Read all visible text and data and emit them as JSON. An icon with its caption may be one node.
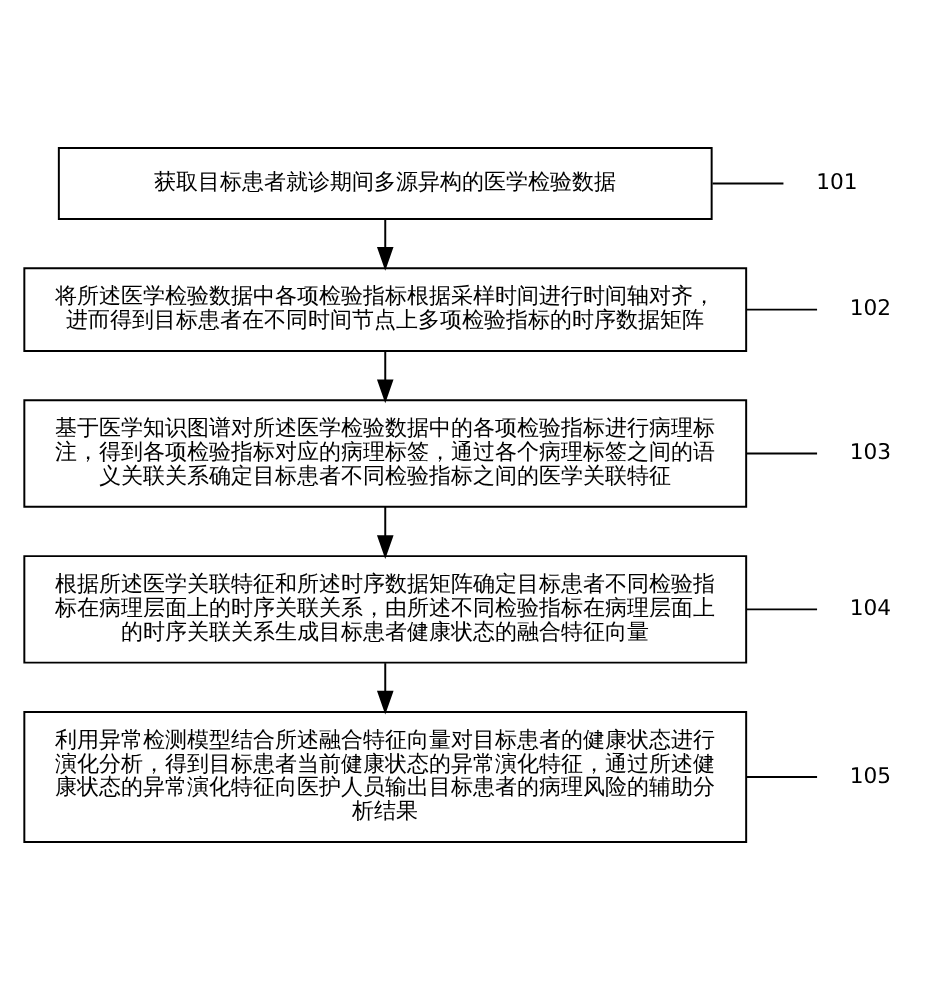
{
  "diagram": {
    "nodes": [
      {
        "text": [
          "获取目标患者就诊期间多源异构的医学检验数据"
        ]
      },
      {
        "text": [
          "将所述医学检验数据中各项检验指标根据采样时间进行时间轴对齐，进而得到目标患者在不同时间节点上多项检验指标的时序数据矩阵"
        ]
      },
      {
        "text": [
          "基于医学知识图谱对所述医学检验数据中的各项检验指标进行病理标注，得到各项检验指标对应的病理标签，通过各个病理标签之间的语义关联关系确定目标患者不同检验指标之间的医学关联特征"
        ]
      },
      {
        "text": [
          "根据所述医学关联特征和所述时序数据矩阵确定目标患者不同检验指标在病理层面上的时序关联关系，由所述不同检验指标在病理层面上的时序关联关系生成目标患者健康状态的融合特征向量"
        ]
      },
      {
        "text": [
          "利用异常检测模型结合所述融合特征向量对目标患者的健康状态进行演化分析，得到目标患者当前健康状态的异常演化特征，通过所述健康状态的异常演化特征向医护人员输出目标患者的病理风险的辅助分析结果"
        ]
      },
      {
        "text": [
          "101"
        ]
      },
      {
        "text": [
          "102"
        ]
      },
      {
        "text": [
          "103"
        ]
      },
      {
        "text": [
          "104"
        ]
      },
      {
        "text": [
          "105"
        ]
      }
    ],
    "edges": [
      {
        "from": 0,
        "to": 1,
        "arrow": "to"
      },
      {
        "from": 1,
        "to": 2,
        "arrow": "to"
      },
      {
        "from": 2,
        "to": 3,
        "arrow": "to"
      },
      {
        "from": 3,
        "to": 4,
        "arrow": "to"
      },
      {
        "from": 5,
        "to": 0,
        "arrow": "none"
      },
      {
        "from": 6,
        "to": 1,
        "arrow": "none"
      },
      {
        "from": 7,
        "to": 2,
        "arrow": "none"
      },
      {
        "from": 8,
        "to": 3,
        "arrow": "none"
      },
      {
        "from": 9,
        "to": 4,
        "arrow": "none"
      }
    ]
  }
}
